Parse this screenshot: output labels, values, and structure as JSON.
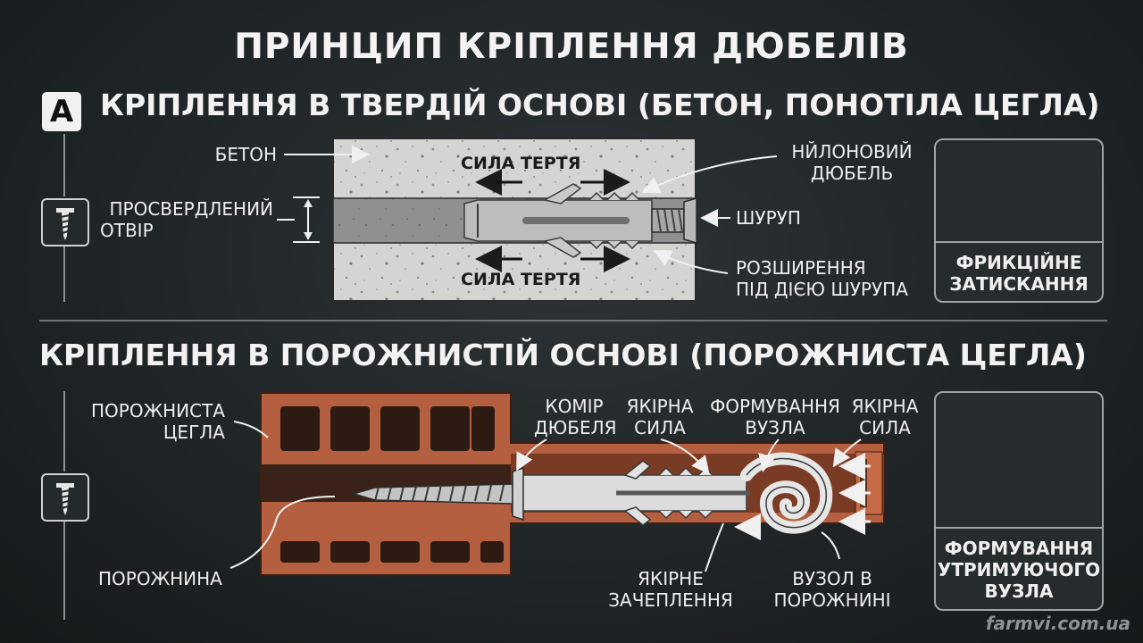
{
  "title": "ПРИНЦИП КРІПЛЕННЯ ДЮБЕЛІВ",
  "section_a": {
    "badge": "A",
    "heading": "КРІПЛЕННЯ В ТВЕРДІЙ ОСНОВІ (БЕТОН, ПОНОТІЛА ЦЕГЛА)",
    "labels": {
      "concrete": "БЕТОН",
      "hole_line1": "ПРОСВЕРДЛЕНИЙ",
      "hole_line2": "ОТВІР",
      "friction_top": "СИЛА ТЕРТЯ",
      "friction_bottom": "СИЛА ТЕРТЯ",
      "dowel_line1": "НЙЛОНОВИЙ",
      "dowel_line2": "ДЮБЕЛЬ",
      "screw": "ШУРУП",
      "expansion_line1": "РОЗШИРЕННЯ",
      "expansion_line2": "ПІД ДІЄЮ ШУРУПА"
    },
    "panel": {
      "line1": "ФРИКЦІЙНЕ",
      "line2": "ЗАТИСКАННЯ"
    }
  },
  "section_b": {
    "heading": "КРІПЛЕННЯ В ПОРОЖНИСТІЙ ОСНОВІ (ПОРОЖНИСТА ЦЕГЛА)",
    "labels": {
      "brick_line1": "ПОРОЖНИСТА",
      "brick_line2": "ЦЕГЛА",
      "cavity": "ПОРОЖНИНА",
      "collar_line1": "КОМІР",
      "collar_line2": "ДЮБЕЛЯ",
      "anchor1_line1": "ЯКІРНА",
      "anchor1_line2": "СИЛА",
      "knot_form_line1": "ФОРМУВАННЯ",
      "knot_form_line2": "ВУЗЛА",
      "anchor2_line1": "ЯКІРНА",
      "anchor2_line2": "СИЛА",
      "engage_line1": "ЯКІРНЕ",
      "engage_line2": "ЗАЧЕПЛЕННЯ",
      "knot_line1": "ВУЗОЛ В",
      "knot_line2": "ПОРОЖНИНІ"
    },
    "panel": {
      "line1": "ФОРМУВАННЯ",
      "line2": "УТРИМУЮЧОГО",
      "line3": "ВУЗЛА"
    }
  },
  "watermark": "farmvi.com.ua",
  "colors": {
    "background": "#1f2426",
    "concrete": "#d2d2d0",
    "brick": "#b45f40",
    "dowel": "#b9b9b9"
  },
  "icons": [
    "screw-icon",
    "screw-icon"
  ]
}
